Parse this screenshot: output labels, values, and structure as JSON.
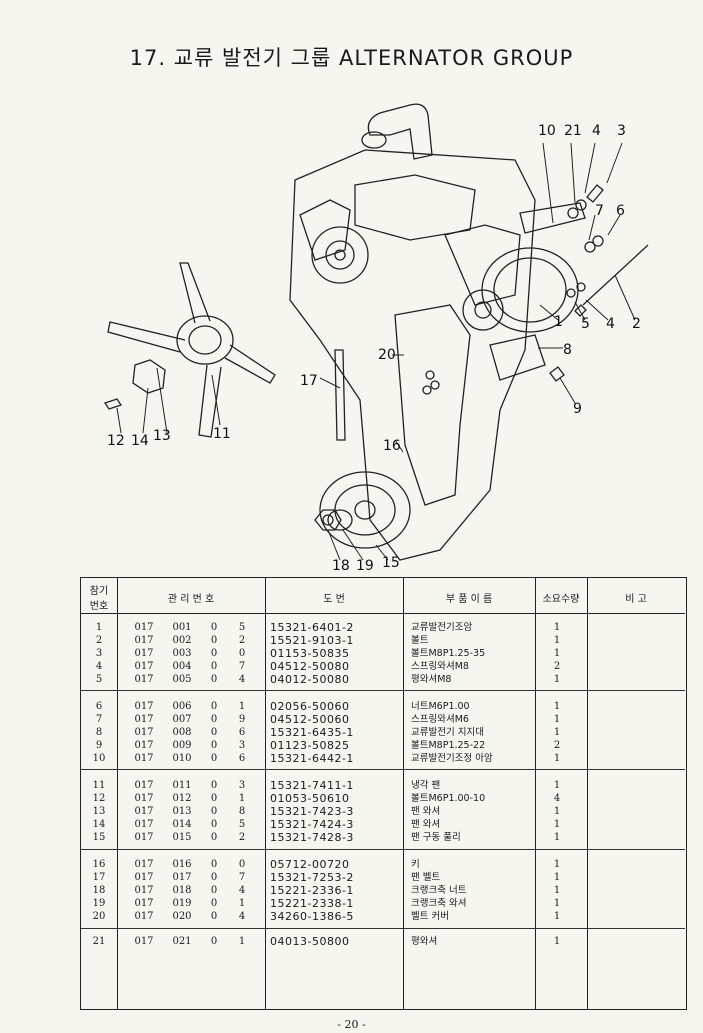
{
  "title": "17. 교류 발전기 그룹  ALTERNATOR GROUP",
  "callouts": [
    "10",
    "21",
    "4",
    "3",
    "7",
    "6",
    "2",
    "4",
    "5",
    "1",
    "8",
    "9",
    "20",
    "17",
    "16",
    "12",
    "14",
    "13",
    "11",
    "18",
    "19",
    "15"
  ],
  "table": {
    "headers": {
      "ref_line1": "참기",
      "ref_line2": "번호",
      "code": "관 리 번 호",
      "part_no": "도   번",
      "name": "부 품 이 름",
      "qty": "소요수량",
      "remarks": "비   고"
    },
    "groups": [
      [
        {
          "ref": "1",
          "c1": "017",
          "c2": "001",
          "c3": "0",
          "c4": "5",
          "part": "15321-6401-2",
          "name": "교류발전기조암",
          "qty": "1"
        },
        {
          "ref": "2",
          "c1": "017",
          "c2": "002",
          "c3": "0",
          "c4": "2",
          "part": "15521-9103-1",
          "name": "볼트",
          "qty": "1"
        },
        {
          "ref": "3",
          "c1": "017",
          "c2": "003",
          "c3": "0",
          "c4": "0",
          "part": "01153-50835",
          "name": "볼트M8P1.25-35",
          "qty": "1"
        },
        {
          "ref": "4",
          "c1": "017",
          "c2": "004",
          "c3": "0",
          "c4": "7",
          "part": "04512-50080",
          "name": "스프링와셔M8",
          "qty": "2"
        },
        {
          "ref": "5",
          "c1": "017",
          "c2": "005",
          "c3": "0",
          "c4": "4",
          "part": "04012-50080",
          "name": "평와셔M8",
          "qty": "1"
        }
      ],
      [
        {
          "ref": "6",
          "c1": "017",
          "c2": "006",
          "c3": "0",
          "c4": "1",
          "part": "02056-50060",
          "name": "너트M6P1.00",
          "qty": "1"
        },
        {
          "ref": "7",
          "c1": "017",
          "c2": "007",
          "c3": "0",
          "c4": "9",
          "part": "04512-50060",
          "name": "스프링와셔M6",
          "qty": "1"
        },
        {
          "ref": "8",
          "c1": "017",
          "c2": "008",
          "c3": "0",
          "c4": "6",
          "part": "15321-6435-1",
          "name": "교류발전기 지지대",
          "qty": "1"
        },
        {
          "ref": "9",
          "c1": "017",
          "c2": "009",
          "c3": "0",
          "c4": "3",
          "part": "01123-50825",
          "name": "볼트M8P1.25-22",
          "qty": "2"
        },
        {
          "ref": "10",
          "c1": "017",
          "c2": "010",
          "c3": "0",
          "c4": "6",
          "part": "15321-6442-1",
          "name": "교류발전기조정 아암",
          "qty": "1"
        }
      ],
      [
        {
          "ref": "11",
          "c1": "017",
          "c2": "011",
          "c3": "0",
          "c4": "3",
          "part": "15321-7411-1",
          "name": "냉각 팬",
          "qty": "1"
        },
        {
          "ref": "12",
          "c1": "017",
          "c2": "012",
          "c3": "0",
          "c4": "1",
          "part": "01053-50610",
          "name": "볼트M6P1.00-10",
          "qty": "4"
        },
        {
          "ref": "13",
          "c1": "017",
          "c2": "013",
          "c3": "0",
          "c4": "8",
          "part": "15321-7423-3",
          "name": "팬 와셔",
          "qty": "1"
        },
        {
          "ref": "14",
          "c1": "017",
          "c2": "014",
          "c3": "0",
          "c4": "5",
          "part": "15321-7424-3",
          "name": "팬 와셔",
          "qty": "1"
        },
        {
          "ref": "15",
          "c1": "017",
          "c2": "015",
          "c3": "0",
          "c4": "2",
          "part": "15321-7428-3",
          "name": "팬 구동 풀리",
          "qty": "1"
        }
      ],
      [
        {
          "ref": "16",
          "c1": "017",
          "c2": "016",
          "c3": "0",
          "c4": "0",
          "part": "05712-00720",
          "name": "키",
          "qty": "1"
        },
        {
          "ref": "17",
          "c1": "017",
          "c2": "017",
          "c3": "0",
          "c4": "7",
          "part": "15321-7253-2",
          "name": "팬 벨트",
          "qty": "1"
        },
        {
          "ref": "18",
          "c1": "017",
          "c2": "018",
          "c3": "0",
          "c4": "4",
          "part": "15221-2336-1",
          "name": "크랭크축 너트",
          "qty": "1"
        },
        {
          "ref": "19",
          "c1": "017",
          "c2": "019",
          "c3": "0",
          "c4": "1",
          "part": "15221-2338-1",
          "name": "크랭크축 와셔",
          "qty": "1"
        },
        {
          "ref": "20",
          "c1": "017",
          "c2": "020",
          "c3": "0",
          "c4": "4",
          "part": "34260-1386-5",
          "name": "벨트 커버",
          "qty": "1"
        }
      ],
      [
        {
          "ref": "21",
          "c1": "017",
          "c2": "021",
          "c3": "0",
          "c4": "1",
          "part": "04013-50800",
          "name": "평와셔",
          "qty": "1"
        }
      ]
    ]
  },
  "page_number": "- 20 -"
}
